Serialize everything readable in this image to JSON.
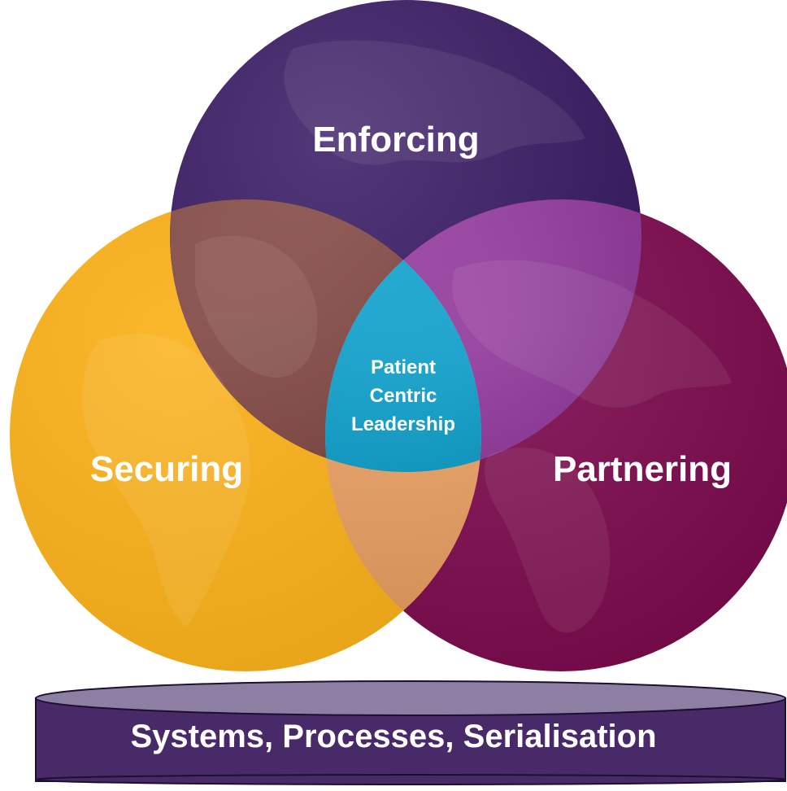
{
  "diagram": {
    "top_circle": {
      "label": "Enforcing",
      "color": "#3b1d66"
    },
    "left_circle": {
      "label": "Securing",
      "color": "#fbb21c"
    },
    "right_circle": {
      "label": "Partnering",
      "color": "#7d0b4e"
    },
    "center": {
      "lines": [
        "Patient",
        "Centric",
        "Leadership"
      ],
      "color": "#00b2e8"
    },
    "base": {
      "label": "Systems, Processes, Serialisation",
      "side_color": "#482a68",
      "top_color": "#8d7ea3"
    }
  }
}
